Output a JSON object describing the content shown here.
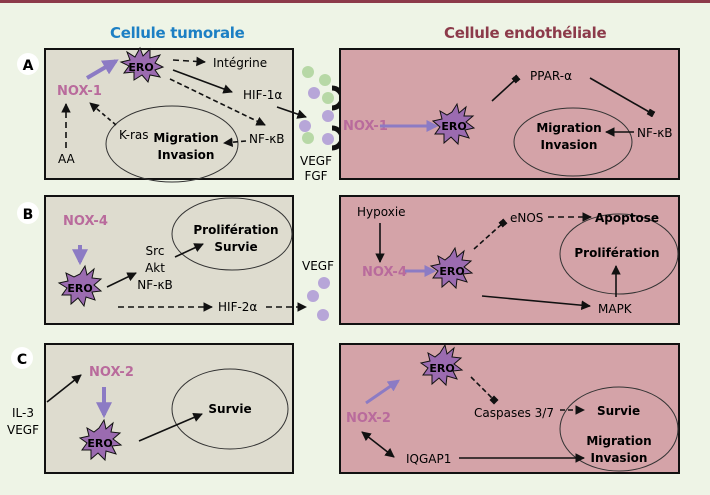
{
  "headers": {
    "tumor": "Cellule tumorale",
    "endothelial": "Cellule endothéliale"
  },
  "colors": {
    "background": "#eef4e6",
    "tumor_fill": "#dedccf",
    "endo_fill": "#d4a3a8",
    "tumor_title": "#1c7fc4",
    "endo_title": "#8c3a4a",
    "nox": "#b96b9c",
    "arrow_purple": "#8c7bc4",
    "ero_fill": "#9b6bb0",
    "green_dot": "#b7d8a6",
    "purple_dot": "#b7a6d8"
  },
  "panels": {
    "A": {
      "label": "A",
      "tumor": {
        "nox": "NOX-1",
        "ero": "ERO",
        "integrine": "Intégrine",
        "hif": "HIF-1α",
        "kras": "K-ras",
        "nfkb": "NF-κB",
        "aa": "AA",
        "outcome_1": "Migration",
        "outcome_2": "Invasion"
      },
      "between": {
        "line1": "VEGF",
        "line2": "FGF"
      },
      "endo": {
        "nox": "NOX-1",
        "ero": "ERO",
        "ppar": "PPAR-α",
        "nfkb": "NF-κB",
        "outcome_1": "Migration",
        "outcome_2": "Invasion"
      }
    },
    "B": {
      "label": "B",
      "tumor": {
        "nox": "NOX-4",
        "ero": "ERO",
        "src": "Src",
        "akt": "Akt",
        "nfkb": "NF-κB",
        "hif": "HIF-2α",
        "outcome_1": "Prolifération",
        "outcome_2": "Survie"
      },
      "between": {
        "line1": "VEGF"
      },
      "endo": {
        "hypoxie": "Hypoxie",
        "nox": "NOX-4",
        "ero": "ERO",
        "enos": "eNOS",
        "apoptose": "Apoptose",
        "proliferation": "Prolifération",
        "mapk": "MAPK"
      }
    },
    "C": {
      "label": "C",
      "tumor": {
        "nox": "NOX-2",
        "ero": "ERO",
        "il3": "IL-3",
        "vegf": "VEGF",
        "outcome": "Survie"
      },
      "endo": {
        "nox": "NOX-2",
        "ero": "ERO",
        "caspases": "Caspases 3/7",
        "survie": "Survie",
        "iqgap": "IQGAP1",
        "outcome_1": "Migration",
        "outcome_2": "Invasion"
      }
    }
  }
}
